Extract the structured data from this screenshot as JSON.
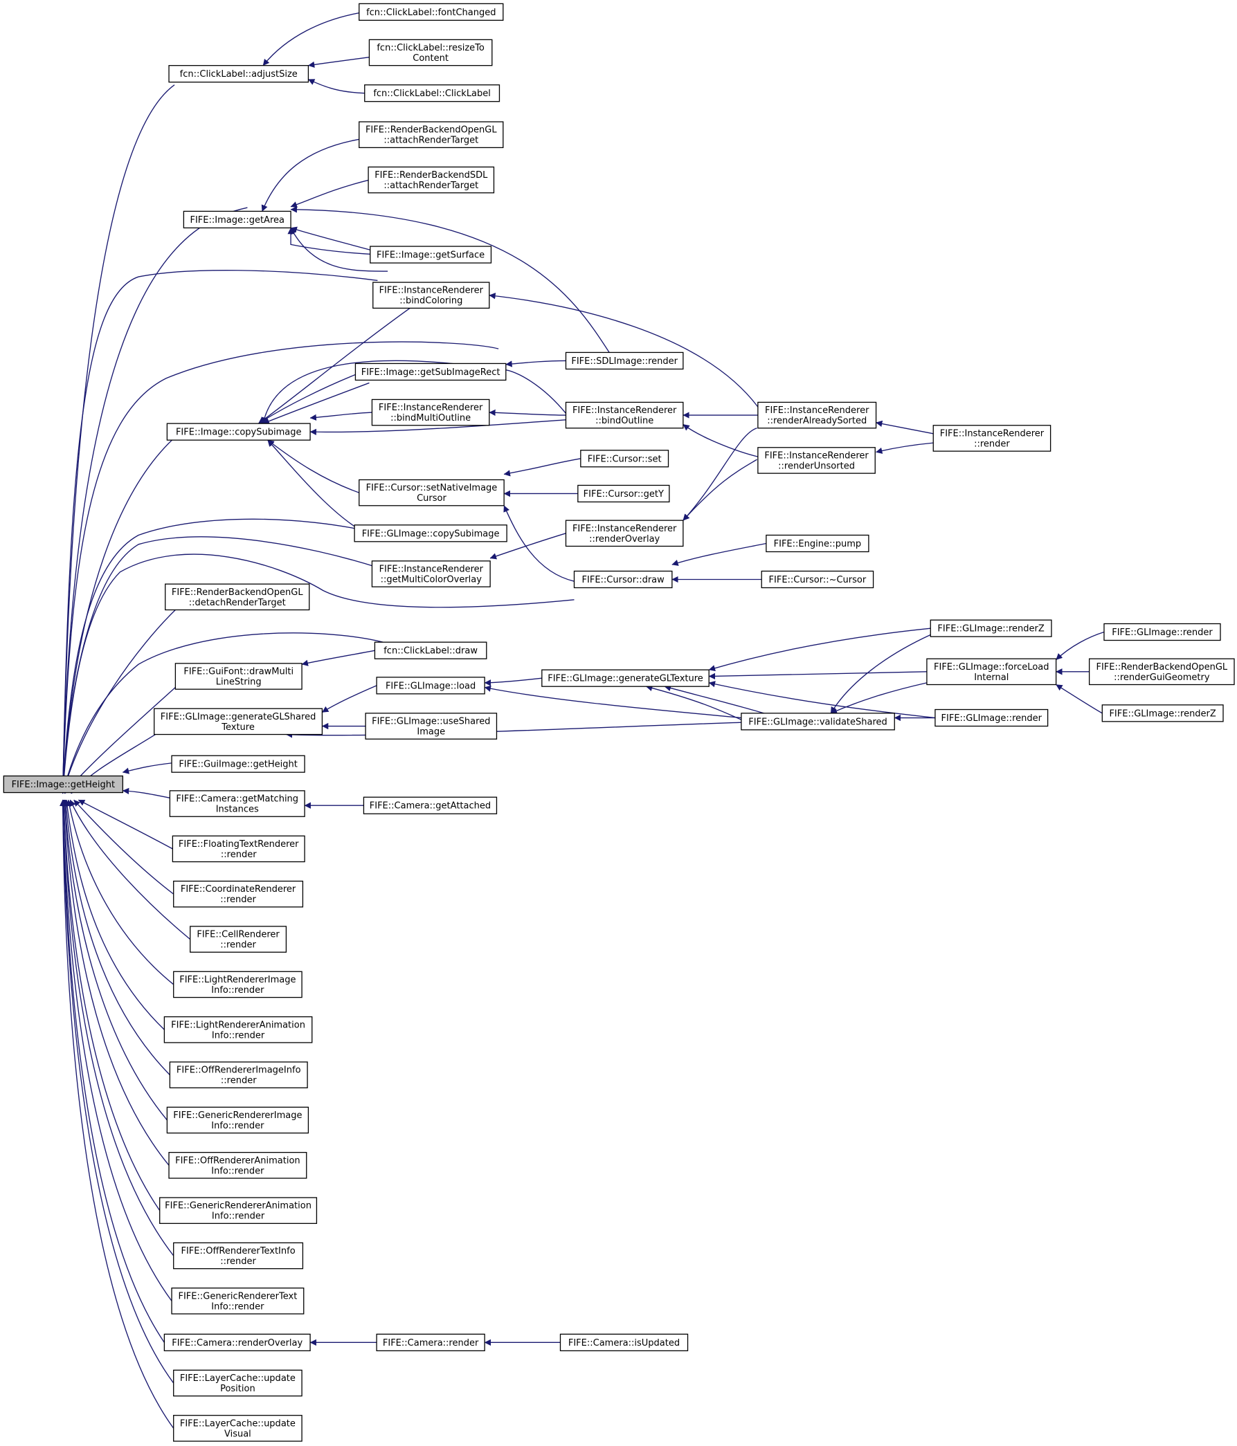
{
  "graph": {
    "root": "FIFE::Image::getHeight",
    "nodes": [
      {
        "id": "root",
        "lines": [
          "FIFE::Image::getHeight"
        ]
      },
      {
        "id": "fcn_adjustSize",
        "lines": [
          "fcn::ClickLabel::adjustSize"
        ]
      },
      {
        "id": "fcn_fontChanged",
        "lines": [
          "fcn::ClickLabel::fontChanged"
        ]
      },
      {
        "id": "fcn_resizeToContent",
        "lines": [
          "fcn::ClickLabel::resizeTo",
          "Content"
        ]
      },
      {
        "id": "fcn_ClickLabel",
        "lines": [
          "fcn::ClickLabel::ClickLabel"
        ]
      },
      {
        "id": "rbogl_attach",
        "lines": [
          "FIFE::RenderBackendOpenGL",
          "::attachRenderTarget"
        ]
      },
      {
        "id": "rbsdl_attach",
        "lines": [
          "FIFE::RenderBackendSDL",
          "::attachRenderTarget"
        ]
      },
      {
        "id": "img_getArea",
        "lines": [
          "FIFE::Image::getArea"
        ]
      },
      {
        "id": "img_getSurface",
        "lines": [
          "FIFE::Image::getSurface"
        ]
      },
      {
        "id": "ir_bindColoring",
        "lines": [
          "FIFE::InstanceRenderer",
          "::bindColoring"
        ]
      },
      {
        "id": "img_getSubImageRect",
        "lines": [
          "FIFE::Image::getSubImageRect"
        ]
      },
      {
        "id": "sdl_render",
        "lines": [
          "FIFE::SDLImage::render"
        ]
      },
      {
        "id": "img_copySubimage",
        "lines": [
          "FIFE::Image::copySubimage"
        ]
      },
      {
        "id": "ir_bindMultiOutline",
        "lines": [
          "FIFE::InstanceRenderer",
          "::bindMultiOutline"
        ]
      },
      {
        "id": "ir_bindOutline",
        "lines": [
          "FIFE::InstanceRenderer",
          "::bindOutline"
        ]
      },
      {
        "id": "ir_renderAlreadySorted",
        "lines": [
          "FIFE::InstanceRenderer",
          "::renderAlreadySorted"
        ]
      },
      {
        "id": "ir_render",
        "lines": [
          "FIFE::InstanceRenderer",
          "::render"
        ]
      },
      {
        "id": "ir_renderUnsorted",
        "lines": [
          "FIFE::InstanceRenderer",
          "::renderUnsorted"
        ]
      },
      {
        "id": "cur_setNative",
        "lines": [
          "FIFE::Cursor::setNativeImage",
          "Cursor"
        ]
      },
      {
        "id": "cur_set",
        "lines": [
          "FIFE::Cursor::set"
        ]
      },
      {
        "id": "cur_getY",
        "lines": [
          "FIFE::Cursor::getY"
        ]
      },
      {
        "id": "gl_copySubimage",
        "lines": [
          "FIFE::GLImage::copySubimage"
        ]
      },
      {
        "id": "ir_renderOverlay",
        "lines": [
          "FIFE::InstanceRenderer",
          "::renderOverlay"
        ]
      },
      {
        "id": "ir_getMultiColorOverlay",
        "lines": [
          "FIFE::InstanceRenderer",
          "::getMultiColorOverlay"
        ]
      },
      {
        "id": "cur_draw",
        "lines": [
          "FIFE::Cursor::draw"
        ]
      },
      {
        "id": "eng_pump",
        "lines": [
          "FIFE::Engine::pump"
        ]
      },
      {
        "id": "cur_dtor",
        "lines": [
          "FIFE::Cursor::~Cursor"
        ]
      },
      {
        "id": "rbogl_detach",
        "lines": [
          "FIFE::RenderBackendOpenGL",
          "::detachRenderTarget"
        ]
      },
      {
        "id": "fcn_draw",
        "lines": [
          "fcn::ClickLabel::draw"
        ]
      },
      {
        "id": "gf_drawMulti",
        "lines": [
          "FIFE::GuiFont::drawMulti",
          "LineString"
        ]
      },
      {
        "id": "gl_genShared",
        "lines": [
          "FIFE::GLImage::generateGLShared",
          "Texture"
        ]
      },
      {
        "id": "gl_load",
        "lines": [
          "FIFE::GLImage::load"
        ]
      },
      {
        "id": "gl_useShared",
        "lines": [
          "FIFE::GLImage::useShared",
          "Image"
        ]
      },
      {
        "id": "gl_genTex",
        "lines": [
          "FIFE::GLImage::generateGLTexture"
        ]
      },
      {
        "id": "gl_validate",
        "lines": [
          "FIFE::GLImage::validateShared"
        ]
      },
      {
        "id": "gl_renderZ",
        "lines": [
          "FIFE::GLImage::renderZ"
        ]
      },
      {
        "id": "gl_forceLoad",
        "lines": [
          "FIFE::GLImage::forceLoad",
          "Internal"
        ]
      },
      {
        "id": "gl_render",
        "lines": [
          "FIFE::GLImage::render"
        ]
      },
      {
        "id": "gl_render2",
        "lines": [
          "FIFE::GLImage::render"
        ]
      },
      {
        "id": "rbogl_renderGui",
        "lines": [
          "FIFE::RenderBackendOpenGL",
          "::renderGuiGeometry"
        ]
      },
      {
        "id": "gl_renderZ2",
        "lines": [
          "FIFE::GLImage::renderZ"
        ]
      },
      {
        "id": "gi_getHeight",
        "lines": [
          "FIFE::GuiImage::getHeight"
        ]
      },
      {
        "id": "cam_getMatching",
        "lines": [
          "FIFE::Camera::getMatching",
          "Instances"
        ]
      },
      {
        "id": "cam_getAttached",
        "lines": [
          "FIFE::Camera::getAttached"
        ]
      },
      {
        "id": "ftr_render",
        "lines": [
          "FIFE::FloatingTextRenderer",
          "::render"
        ]
      },
      {
        "id": "cr_render",
        "lines": [
          "FIFE::CoordinateRenderer",
          "::render"
        ]
      },
      {
        "id": "cell_render",
        "lines": [
          "FIFE::CellRenderer",
          "::render"
        ]
      },
      {
        "id": "lri_render",
        "lines": [
          "FIFE::LightRendererImage",
          "Info::render"
        ]
      },
      {
        "id": "lra_render",
        "lines": [
          "FIFE::LightRendererAnimation",
          "Info::render"
        ]
      },
      {
        "id": "ori_render",
        "lines": [
          "FIFE::OffRendererImageInfo",
          "::render"
        ]
      },
      {
        "id": "gri_render",
        "lines": [
          "FIFE::GenericRendererImage",
          "Info::render"
        ]
      },
      {
        "id": "ora_render",
        "lines": [
          "FIFE::OffRendererAnimation",
          "Info::render"
        ]
      },
      {
        "id": "gra_render",
        "lines": [
          "FIFE::GenericRendererAnimation",
          "Info::render"
        ]
      },
      {
        "id": "ort_render",
        "lines": [
          "FIFE::OffRendererTextInfo",
          "::render"
        ]
      },
      {
        "id": "grt_render",
        "lines": [
          "FIFE::GenericRendererText",
          "Info::render"
        ]
      },
      {
        "id": "cam_renderOverlay",
        "lines": [
          "FIFE::Camera::renderOverlay"
        ]
      },
      {
        "id": "cam_render",
        "lines": [
          "FIFE::Camera::render"
        ]
      },
      {
        "id": "cam_isUpdated",
        "lines": [
          "FIFE::Camera::isUpdated"
        ]
      },
      {
        "id": "lc_updatePos",
        "lines": [
          "FIFE::LayerCache::update",
          "Position"
        ]
      },
      {
        "id": "lc_updateVis",
        "lines": [
          "FIFE::LayerCache::update",
          "Visual"
        ]
      }
    ]
  }
}
